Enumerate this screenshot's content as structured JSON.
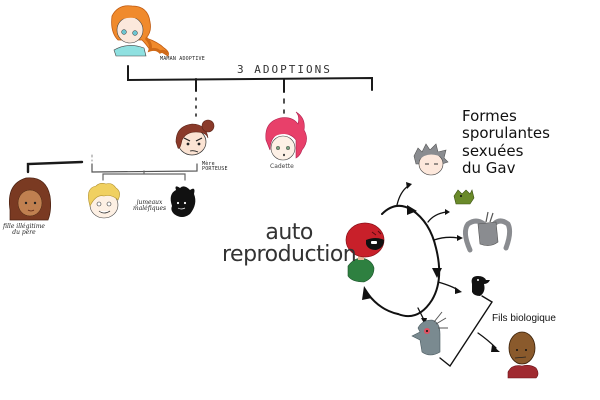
{
  "diagram": {
    "family_tree": {
      "title": "3 ADOPTIONS",
      "root": {
        "label": "MAMAN ADOPTIVE",
        "character": "orange-haired-girl"
      },
      "children": [
        {
          "label": "Mère\nPORTEUSE",
          "character": "brown-bun-hair-woman"
        },
        {
          "label": "Cadette",
          "character": "pink-haired-girl"
        }
      ],
      "grandchildren": [
        {
          "label": "fille illégitime\ndu père",
          "character": "brown-haired-girl"
        },
        {
          "label": "jumeaux\nmaléfiques",
          "characters": [
            "blond-curly-boy",
            "black-shadow-creature"
          ]
        }
      ]
    },
    "reproduction": {
      "center_label": "auto\nreproduction",
      "center_character": "red-helmet-creature",
      "forms_label": "Formes\nsporulantes\nsexuées\ndu Gav",
      "forms": [
        {
          "character": "grey-spiky-haired-head"
        },
        {
          "character": "green-frog-creature"
        },
        {
          "character": "grey-horned-beast"
        },
        {
          "character": "black-crow"
        },
        {
          "character": "grey-red-eyed-bird"
        }
      ],
      "biological_son_label": "Fils biologique",
      "biological_son_character": "bald-brown-man"
    }
  },
  "colors": {
    "ink": "#1a1a1a",
    "orange_hair": "#f08a2c",
    "cyan_shirt": "#8fe0e0",
    "brown_hair": "#8a3a2a",
    "pink_hair": "#e8406a",
    "skin_light": "#fbe3d3",
    "skin_dark": "#9a5a36",
    "blond_hair": "#f0d060",
    "red_helmet": "#c8202a",
    "green_body": "#2e8040",
    "grey_creature": "#8a8c90",
    "frog_green": "#6a8a2a",
    "son_skin": "#8a5a2c",
    "son_shirt": "#a02a30"
  }
}
